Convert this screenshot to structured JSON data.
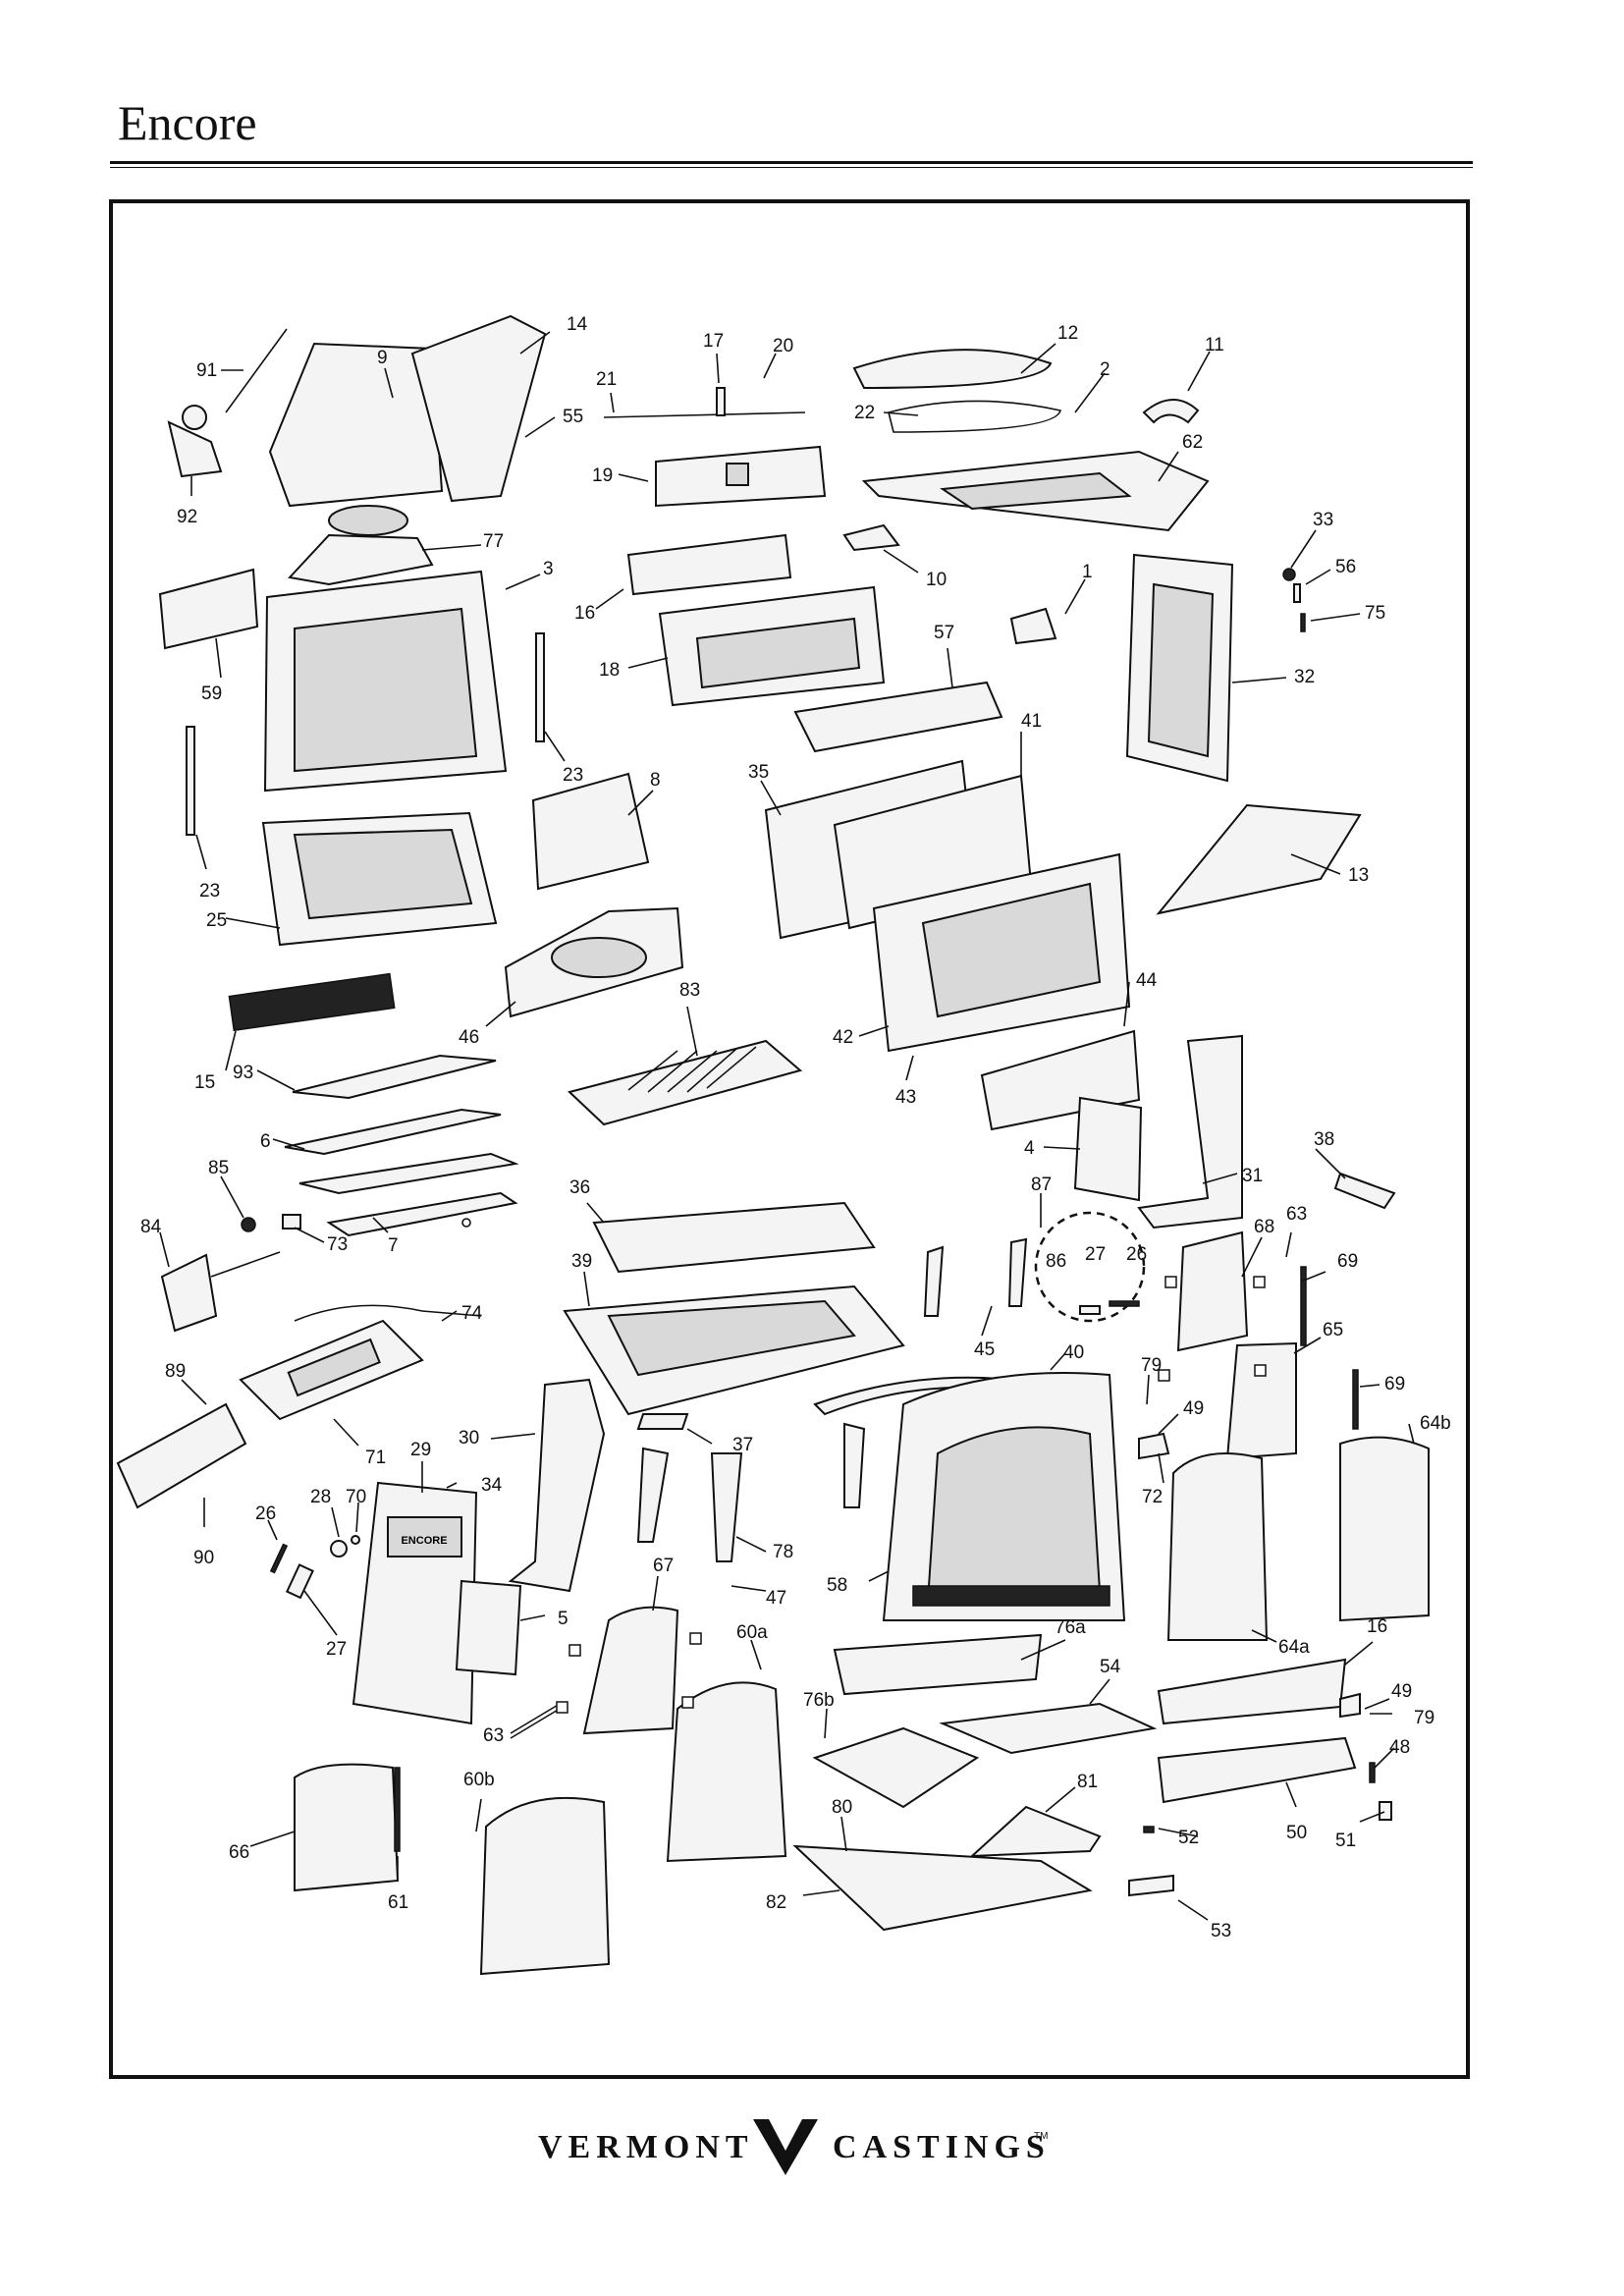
{
  "page": {
    "title": "Encore"
  },
  "brand": {
    "left": "VERMONT",
    "right": "CASTINGS",
    "trademark": "TM",
    "logo_icon": "vermont-castings-chevron-logo"
  },
  "labels": [
    {
      "id": "l91",
      "text": "91"
    },
    {
      "id": "l9",
      "text": "9"
    },
    {
      "id": "l14",
      "text": "14"
    },
    {
      "id": "l55",
      "text": "55"
    },
    {
      "id": "l92",
      "text": "92"
    },
    {
      "id": "l17",
      "text": "17"
    },
    {
      "id": "l20",
      "text": "20"
    },
    {
      "id": "l21",
      "text": "21"
    },
    {
      "id": "l19",
      "text": "19"
    },
    {
      "id": "l12",
      "text": "12"
    },
    {
      "id": "l2",
      "text": "2"
    },
    {
      "id": "l22",
      "text": "22"
    },
    {
      "id": "l11",
      "text": "11"
    },
    {
      "id": "l62",
      "text": "62"
    },
    {
      "id": "l77",
      "text": "77"
    },
    {
      "id": "l3",
      "text": "3"
    },
    {
      "id": "l16a",
      "text": "16"
    },
    {
      "id": "l10",
      "text": "10"
    },
    {
      "id": "l1",
      "text": "1"
    },
    {
      "id": "l33",
      "text": "33"
    },
    {
      "id": "l56",
      "text": "56"
    },
    {
      "id": "l75",
      "text": "75"
    },
    {
      "id": "l59",
      "text": "59"
    },
    {
      "id": "l18",
      "text": "18"
    },
    {
      "id": "l57",
      "text": "57"
    },
    {
      "id": "l32",
      "text": "32"
    },
    {
      "id": "l23a",
      "text": "23"
    },
    {
      "id": "l8",
      "text": "8"
    },
    {
      "id": "l35",
      "text": "35"
    },
    {
      "id": "l41",
      "text": "41"
    },
    {
      "id": "l13",
      "text": "13"
    },
    {
      "id": "l23b",
      "text": "23"
    },
    {
      "id": "l25",
      "text": "25"
    },
    {
      "id": "l46",
      "text": "46"
    },
    {
      "id": "l83",
      "text": "83"
    },
    {
      "id": "l42",
      "text": "42"
    },
    {
      "id": "l44",
      "text": "44"
    },
    {
      "id": "l15",
      "text": "15"
    },
    {
      "id": "l93",
      "text": "93"
    },
    {
      "id": "l43",
      "text": "43"
    },
    {
      "id": "l6",
      "text": "6"
    },
    {
      "id": "l4",
      "text": "4"
    },
    {
      "id": "l38",
      "text": "38"
    },
    {
      "id": "l85",
      "text": "85"
    },
    {
      "id": "l87",
      "text": "87"
    },
    {
      "id": "l31",
      "text": "31"
    },
    {
      "id": "l36",
      "text": "36"
    },
    {
      "id": "l84",
      "text": "84"
    },
    {
      "id": "l73",
      "text": "73"
    },
    {
      "id": "l7",
      "text": "7"
    },
    {
      "id": "l68",
      "text": "68"
    },
    {
      "id": "l63a",
      "text": "63"
    },
    {
      "id": "l86",
      "text": "86"
    },
    {
      "id": "l27a",
      "text": "27"
    },
    {
      "id": "l26a",
      "text": "26"
    },
    {
      "id": "l69a",
      "text": "69"
    },
    {
      "id": "l39",
      "text": "39"
    },
    {
      "id": "l74",
      "text": "74"
    },
    {
      "id": "l45",
      "text": "45"
    },
    {
      "id": "l40",
      "text": "40"
    },
    {
      "id": "l65",
      "text": "65"
    },
    {
      "id": "l89",
      "text": "89"
    },
    {
      "id": "l79a",
      "text": "79"
    },
    {
      "id": "l69b",
      "text": "69"
    },
    {
      "id": "l49a",
      "text": "49"
    },
    {
      "id": "l64b",
      "text": "64b"
    },
    {
      "id": "l71",
      "text": "71"
    },
    {
      "id": "l29",
      "text": "29"
    },
    {
      "id": "l30",
      "text": "30"
    },
    {
      "id": "l37",
      "text": "37"
    },
    {
      "id": "l72",
      "text": "72"
    },
    {
      "id": "l34",
      "text": "34"
    },
    {
      "id": "l26b",
      "text": "26"
    },
    {
      "id": "l28",
      "text": "28"
    },
    {
      "id": "l70",
      "text": "70"
    },
    {
      "id": "l90",
      "text": "90"
    },
    {
      "id": "l78",
      "text": "78"
    },
    {
      "id": "l67",
      "text": "67"
    },
    {
      "id": "l58",
      "text": "58"
    },
    {
      "id": "l47",
      "text": "47"
    },
    {
      "id": "l5",
      "text": "5"
    },
    {
      "id": "l27b",
      "text": "27"
    },
    {
      "id": "l60a",
      "text": "60a"
    },
    {
      "id": "l76a",
      "text": "76a"
    },
    {
      "id": "l64a",
      "text": "64a"
    },
    {
      "id": "l16b",
      "text": "16"
    },
    {
      "id": "l54",
      "text": "54"
    },
    {
      "id": "l63b",
      "text": "63"
    },
    {
      "id": "l76b",
      "text": "76b"
    },
    {
      "id": "l49b",
      "text": "49"
    },
    {
      "id": "l79b",
      "text": "79"
    },
    {
      "id": "l48",
      "text": "48"
    },
    {
      "id": "l60b",
      "text": "60b"
    },
    {
      "id": "l80",
      "text": "80"
    },
    {
      "id": "l81",
      "text": "81"
    },
    {
      "id": "l66",
      "text": "66"
    },
    {
      "id": "l52",
      "text": "52"
    },
    {
      "id": "l50",
      "text": "50"
    },
    {
      "id": "l51",
      "text": "51"
    },
    {
      "id": "l61",
      "text": "61"
    },
    {
      "id": "l82",
      "text": "82"
    },
    {
      "id": "l53",
      "text": "53"
    }
  ],
  "stamp_text": "ENCORE"
}
